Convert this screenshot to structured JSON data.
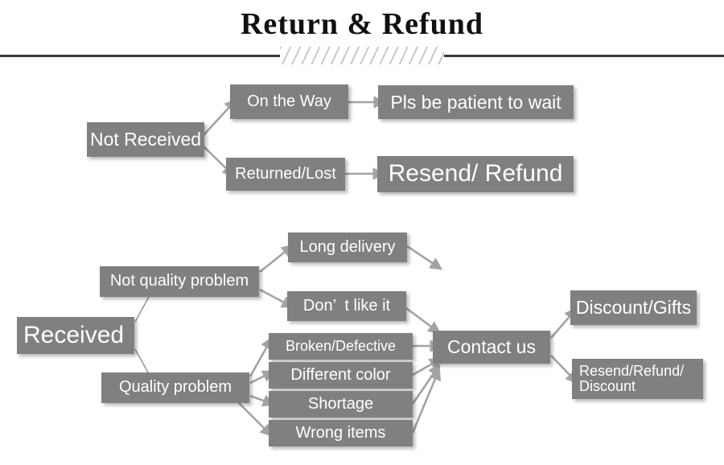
{
  "header": {
    "title": "Return & Refund",
    "decoration": "diagonal-hatch-divider"
  },
  "flow": {
    "not_received": {
      "root": "Not Received",
      "branches": [
        {
          "cause": "On the Way",
          "result": "Pls be patient to wait"
        },
        {
          "cause": "Returned/Lost",
          "result": "Resend/ Refund"
        }
      ]
    },
    "received": {
      "root": "Received",
      "categories": [
        {
          "name": "Not quality problem",
          "issues": [
            "Long delivery",
            "Don’  t like it"
          ]
        },
        {
          "name": "Quality problem",
          "issues": [
            "Broken/Defective",
            "Different color",
            "Shortage",
            "Wrong items"
          ]
        }
      ],
      "action": "Contact us",
      "resolutions": [
        "Discount/Gifts",
        "Resend/Refund/\nDiscount"
      ]
    }
  },
  "nodes": {
    "not_received": "Not Received",
    "on_the_way": "On the Way",
    "pls_be_patient": "Pls be patient to wait",
    "returned_lost": "Returned/Lost",
    "resend_refund": "Resend/ Refund",
    "received": "Received",
    "not_quality_problem": "Not quality problem",
    "quality_problem": "Quality problem",
    "long_delivery": "Long delivery",
    "dont_like_it": "Don’  t like it",
    "broken_defective": "Broken/Defective",
    "different_color": "Different color",
    "shortage": "Shortage",
    "wrong_items": "Wrong items",
    "contact_us": "Contact us",
    "discount_gifts": "Discount/Gifts",
    "resend_refund_discount_line1": "Resend/Refund/",
    "resend_refund_discount_line2": "Discount"
  },
  "colors": {
    "node_fill": "#808080",
    "node_text": "#ffffff",
    "arrow": "#a3a3a3",
    "rule": "#3a3a3a",
    "hatch": "#c9c9c9",
    "background": "#ffffff"
  }
}
